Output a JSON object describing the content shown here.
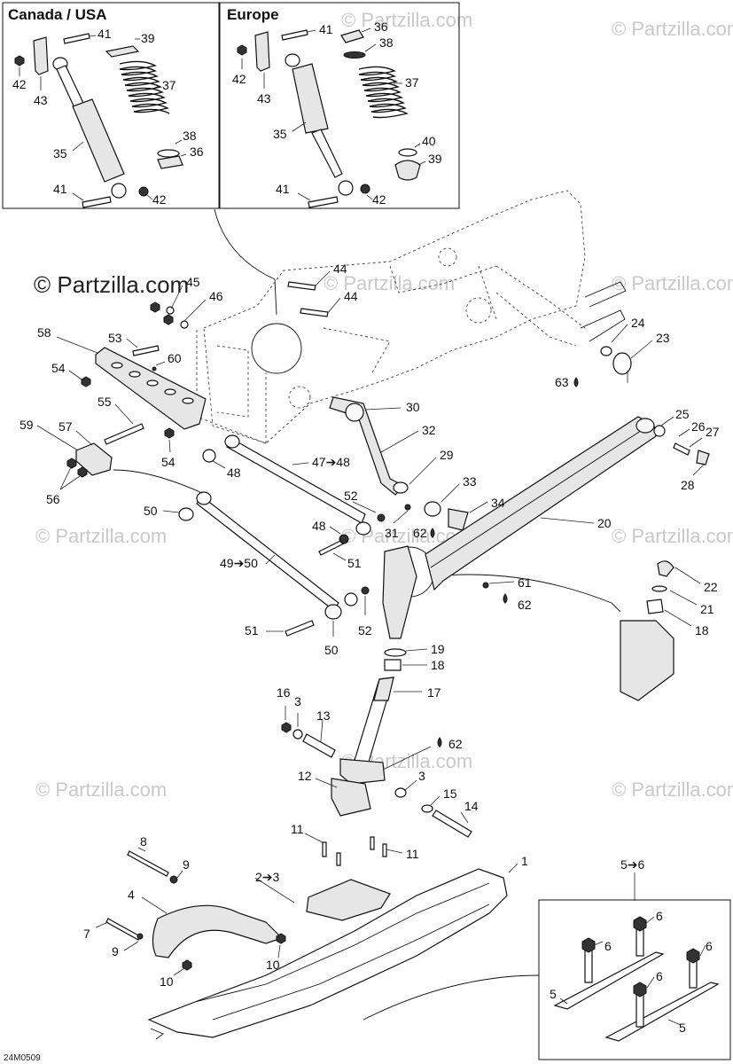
{
  "headers": {
    "left": "Canada / USA",
    "right": "Europe"
  },
  "copyright": "© Partzilla.com",
  "watermark": "© Partzilla.com",
  "diagram_code": "24M0509",
  "callouts": {
    "l41a": "41",
    "l39a": "39",
    "l42a": "42",
    "l43a": "43",
    "l37a": "37",
    "l35a": "35",
    "l38a": "38",
    "l36a": "36",
    "l41b": "41",
    "l42b": "42",
    "r41a": "41",
    "r36a": "36",
    "r38a": "38",
    "r42a": "42",
    "r43a": "43",
    "r37a": "37",
    "r35a": "35",
    "r40": "40",
    "r39": "39",
    "r41b": "41",
    "r42b": "42",
    "c44a": "44",
    "c44b": "44",
    "c45": "45",
    "c46": "46",
    "c58": "58",
    "c53": "53",
    "c60": "60",
    "c54a": "54",
    "c55": "55",
    "c59": "59",
    "c57": "57",
    "c54b": "54",
    "c56": "56",
    "c48a": "48",
    "c47": "47➔48",
    "c30": "30",
    "c32": "32",
    "c29": "29",
    "c33": "33",
    "c34": "34",
    "c31": "31",
    "c62a": "62",
    "c20": "20",
    "c52a": "52",
    "c48b": "48",
    "c51a": "51",
    "c50a": "50",
    "c49": "49➔50",
    "c51b": "51",
    "c50b": "50",
    "c52b": "52",
    "c24": "24",
    "c23": "23",
    "c63": "63",
    "c25": "25",
    "c26": "26",
    "c27": "27",
    "c28": "28",
    "c61": "61",
    "c62b": "62",
    "c22": "22",
    "c21": "21",
    "c18b": "18",
    "c19": "19",
    "c18a": "18",
    "c17": "17",
    "c16": "16",
    "c3a": "3",
    "c13": "13",
    "c62c": "62",
    "c12": "12",
    "c3b": "3",
    "c15": "15",
    "c14": "14",
    "c11a": "11",
    "c11b": "11",
    "c8": "8",
    "c9a": "9",
    "c4": "4",
    "c23b": "2➔3",
    "c7": "7",
    "c9b": "9",
    "c10a": "10",
    "c10b": "10",
    "c1": "1",
    "c56box": "5➔6",
    "c6a": "6",
    "c6b": "6",
    "c6c": "6",
    "c6d": "6",
    "c5a": "5",
    "c5b": "5"
  }
}
